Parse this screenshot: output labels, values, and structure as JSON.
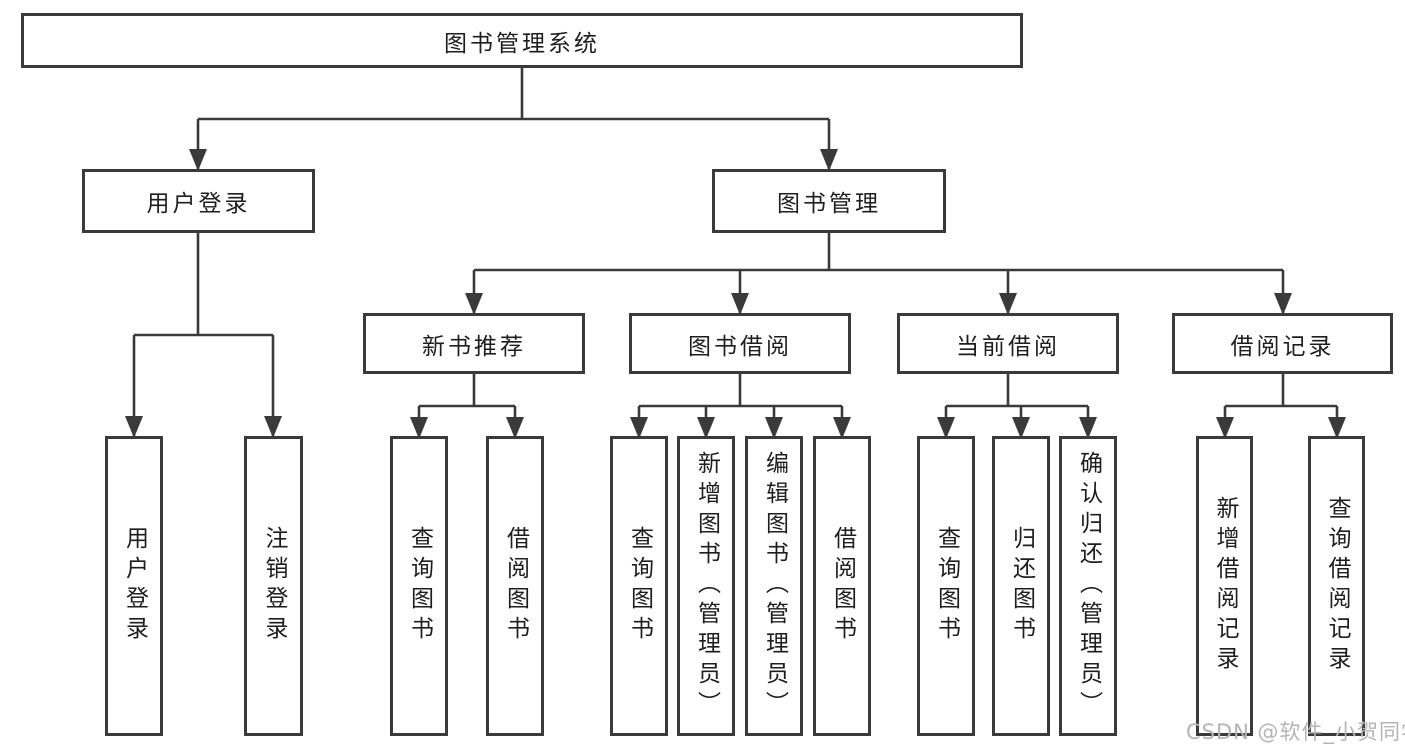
{
  "colors": {
    "line": "#3a3a3a",
    "text": "#1e1e1e",
    "watermark": "#b4b4b4",
    "background": "#ffffff"
  },
  "watermark": {
    "text": "CSDN @软件_小贺同学"
  },
  "tree": {
    "root": {
      "label": "图书管理系统",
      "children": [
        {
          "label": "用户登录",
          "children": [
            {
              "label": "用户登录"
            },
            {
              "label": "注销登录"
            }
          ]
        },
        {
          "label": "图书管理",
          "children": [
            {
              "label": "新书推荐",
              "children": [
                {
                  "label": "查询图书"
                },
                {
                  "label": "借阅图书"
                }
              ]
            },
            {
              "label": "图书借阅",
              "children": [
                {
                  "label": "查询图书"
                },
                {
                  "label": "新增图书（管理员）"
                },
                {
                  "label": "编辑图书（管理员）"
                },
                {
                  "label": "借阅图书"
                }
              ]
            },
            {
              "label": "当前借阅",
              "children": [
                {
                  "label": "查询图书"
                },
                {
                  "label": "归还图书"
                },
                {
                  "label": "确认归还（管理员）"
                }
              ]
            },
            {
              "label": "借阅记录",
              "children": [
                {
                  "label": "新增借阅记录"
                },
                {
                  "label": "查询借阅记录"
                }
              ]
            }
          ]
        }
      ]
    }
  }
}
